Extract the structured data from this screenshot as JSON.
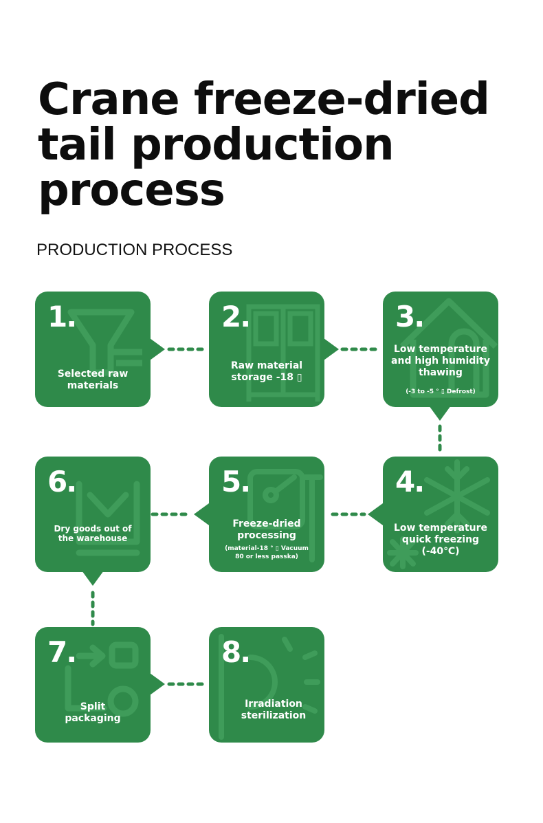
{
  "title_lines": [
    "Crane freeze-dried",
    "tail production",
    "process"
  ],
  "subtitle": "PRODUCTION PROCESS",
  "colors": {
    "box": "#2f8a4a",
    "icon": "#3e9a58",
    "connector": "#2f8a4a",
    "text": "#ffffff"
  },
  "steps": [
    {
      "number": "1.",
      "label": "Selected raw\nmaterials",
      "note": "",
      "icon": "funnel-icon"
    },
    {
      "number": "2.",
      "label": "Raw material\nstorage -18 ▯",
      "note": "",
      "icon": "cold-storage-icon"
    },
    {
      "number": "3.",
      "label": "Low temperature\nand high humidity\nthawing",
      "note": "(-3 to -5 ° ▯ Defrost)",
      "icon": "house-icon"
    },
    {
      "number": "4.",
      "label": "Low temperature\nquick freezing\n(-40℃)",
      "note": "",
      "icon": "snowflake-icon"
    },
    {
      "number": "5.",
      "label": "Freeze-dried\nprocessing",
      "note": "(material-18 ° ▯ Vacuum\n80 or less passka)",
      "icon": "machine-icon"
    },
    {
      "number": "6.",
      "label": "Dry goods out of\nthe warehouse",
      "note": "",
      "icon": "box-out-icon"
    },
    {
      "number": "7.",
      "label": "Split\npackaging",
      "note": "",
      "icon": "split-icon"
    },
    {
      "number": "8.",
      "label": "Irradiation\nsterilization",
      "note": "",
      "icon": "sun-icon"
    }
  ]
}
